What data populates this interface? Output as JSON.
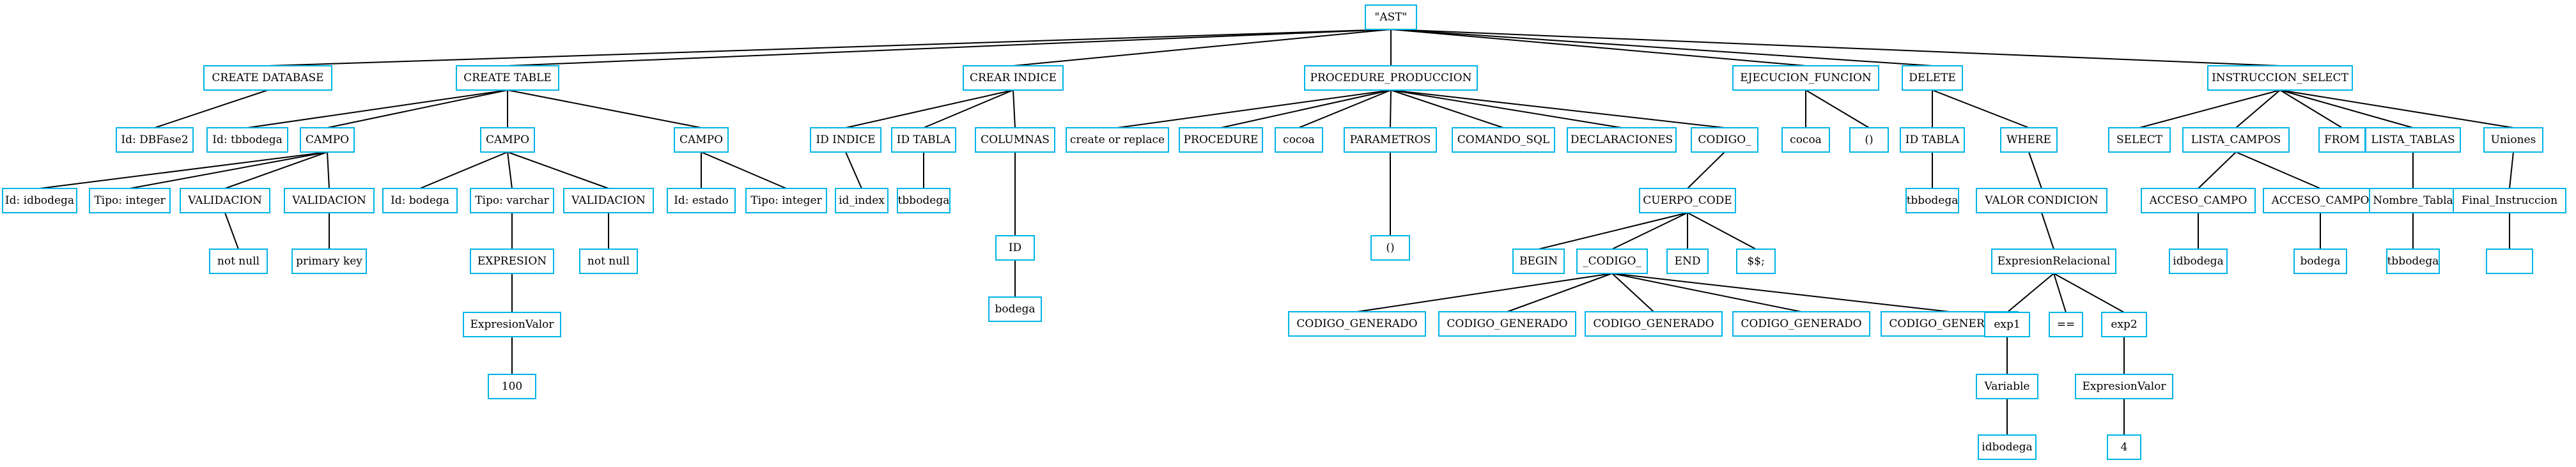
{
  "colors": {
    "node_border": "#00b4e6",
    "edge": "#000000",
    "background": "#ffffff"
  },
  "nodes": {
    "root": "\"AST\"",
    "create_database": "CREATE DATABASE",
    "id_dbfase2": "Id: DBFase2",
    "create_table": "CREATE TABLE",
    "id_tbbodega": "Id: tbbodega",
    "campo1": "CAMPO",
    "campo1_id": "Id: idbodega",
    "campo1_tipo": "Tipo: integer",
    "campo1_val1": "VALIDACION",
    "campo1_val1_v": "not null",
    "campo1_val2": "VALIDACION",
    "campo1_val2_v": "primary key",
    "campo2": "CAMPO",
    "campo2_id": "Id: bodega",
    "campo2_tipo": "Tipo: varchar",
    "campo2_expr": "EXPRESION",
    "campo2_exprval": "ExpresionValor",
    "campo2_100": "100",
    "campo2_val": "VALIDACION",
    "campo2_val_v": "not null",
    "campo3": "CAMPO",
    "campo3_id": "Id: estado",
    "campo3_tipo": "Tipo: integer",
    "crear_indice": "CREAR INDICE",
    "id_indice": "ID INDICE",
    "id_index": "id_index",
    "id_tabla_ci": "ID TABLA",
    "tbbodega_ci": "tbbodega",
    "columnas": "COLUMNAS",
    "col_id": "ID",
    "col_bodega": "bodega",
    "proc": "PROCEDURE_PRODUCCION",
    "proc_create": "create or replace",
    "proc_procedure": "PROCEDURE",
    "proc_cocoa": "cocoa",
    "proc_params": "PARAMETROS",
    "proc_params_v": "()",
    "proc_comando": "COMANDO_SQL",
    "proc_decl": "DECLARACIONES",
    "proc_codigo": "CODIGO_",
    "cuerpo_code": "CUERPO_CODE",
    "cc_begin": "BEGIN",
    "cc_codigo": "_CODIGO_",
    "cc_end": "END",
    "cc_dollars": "$$;",
    "cg1": "CODIGO_GENERADO",
    "cg2": "CODIGO_GENERADO",
    "cg3": "CODIGO_GENERADO",
    "cg4": "CODIGO_GENERADO",
    "cg5": "CODIGO_GENERADO",
    "ejec": "EJECUCION_FUNCION",
    "ejec_cocoa": "cocoa",
    "ejec_paren": "()",
    "delete": "DELETE",
    "del_idtabla": "ID TABLA",
    "del_tbbodega": "tbbodega",
    "del_where": "WHERE",
    "del_valcond": "VALOR CONDICION",
    "del_exprrel": "ExpresionRelacional",
    "del_exp1": "exp1",
    "del_variable": "Variable",
    "del_idbodega": "idbodega",
    "del_eq": "==",
    "del_exp2": "exp2",
    "del_exprval": "ExpresionValor",
    "del_4": "4",
    "select": "INSTRUCCION_SELECT",
    "sel_select": "SELECT",
    "sel_lista_campos": "LISTA_CAMPOS",
    "sel_acc1": "ACCESO_CAMPO",
    "sel_acc1_v": "idbodega",
    "sel_acc2": "ACCESO_CAMPO",
    "sel_acc2_v": "bodega",
    "sel_from": "FROM",
    "sel_lista_tablas": "LISTA_TABLAS",
    "sel_nombre_tabla": "Nombre_Tabla",
    "sel_tbbodega": "tbbodega",
    "sel_uniones": "Uniones",
    "sel_final": "Final_Instruccion",
    "sel_final_v": ""
  }
}
